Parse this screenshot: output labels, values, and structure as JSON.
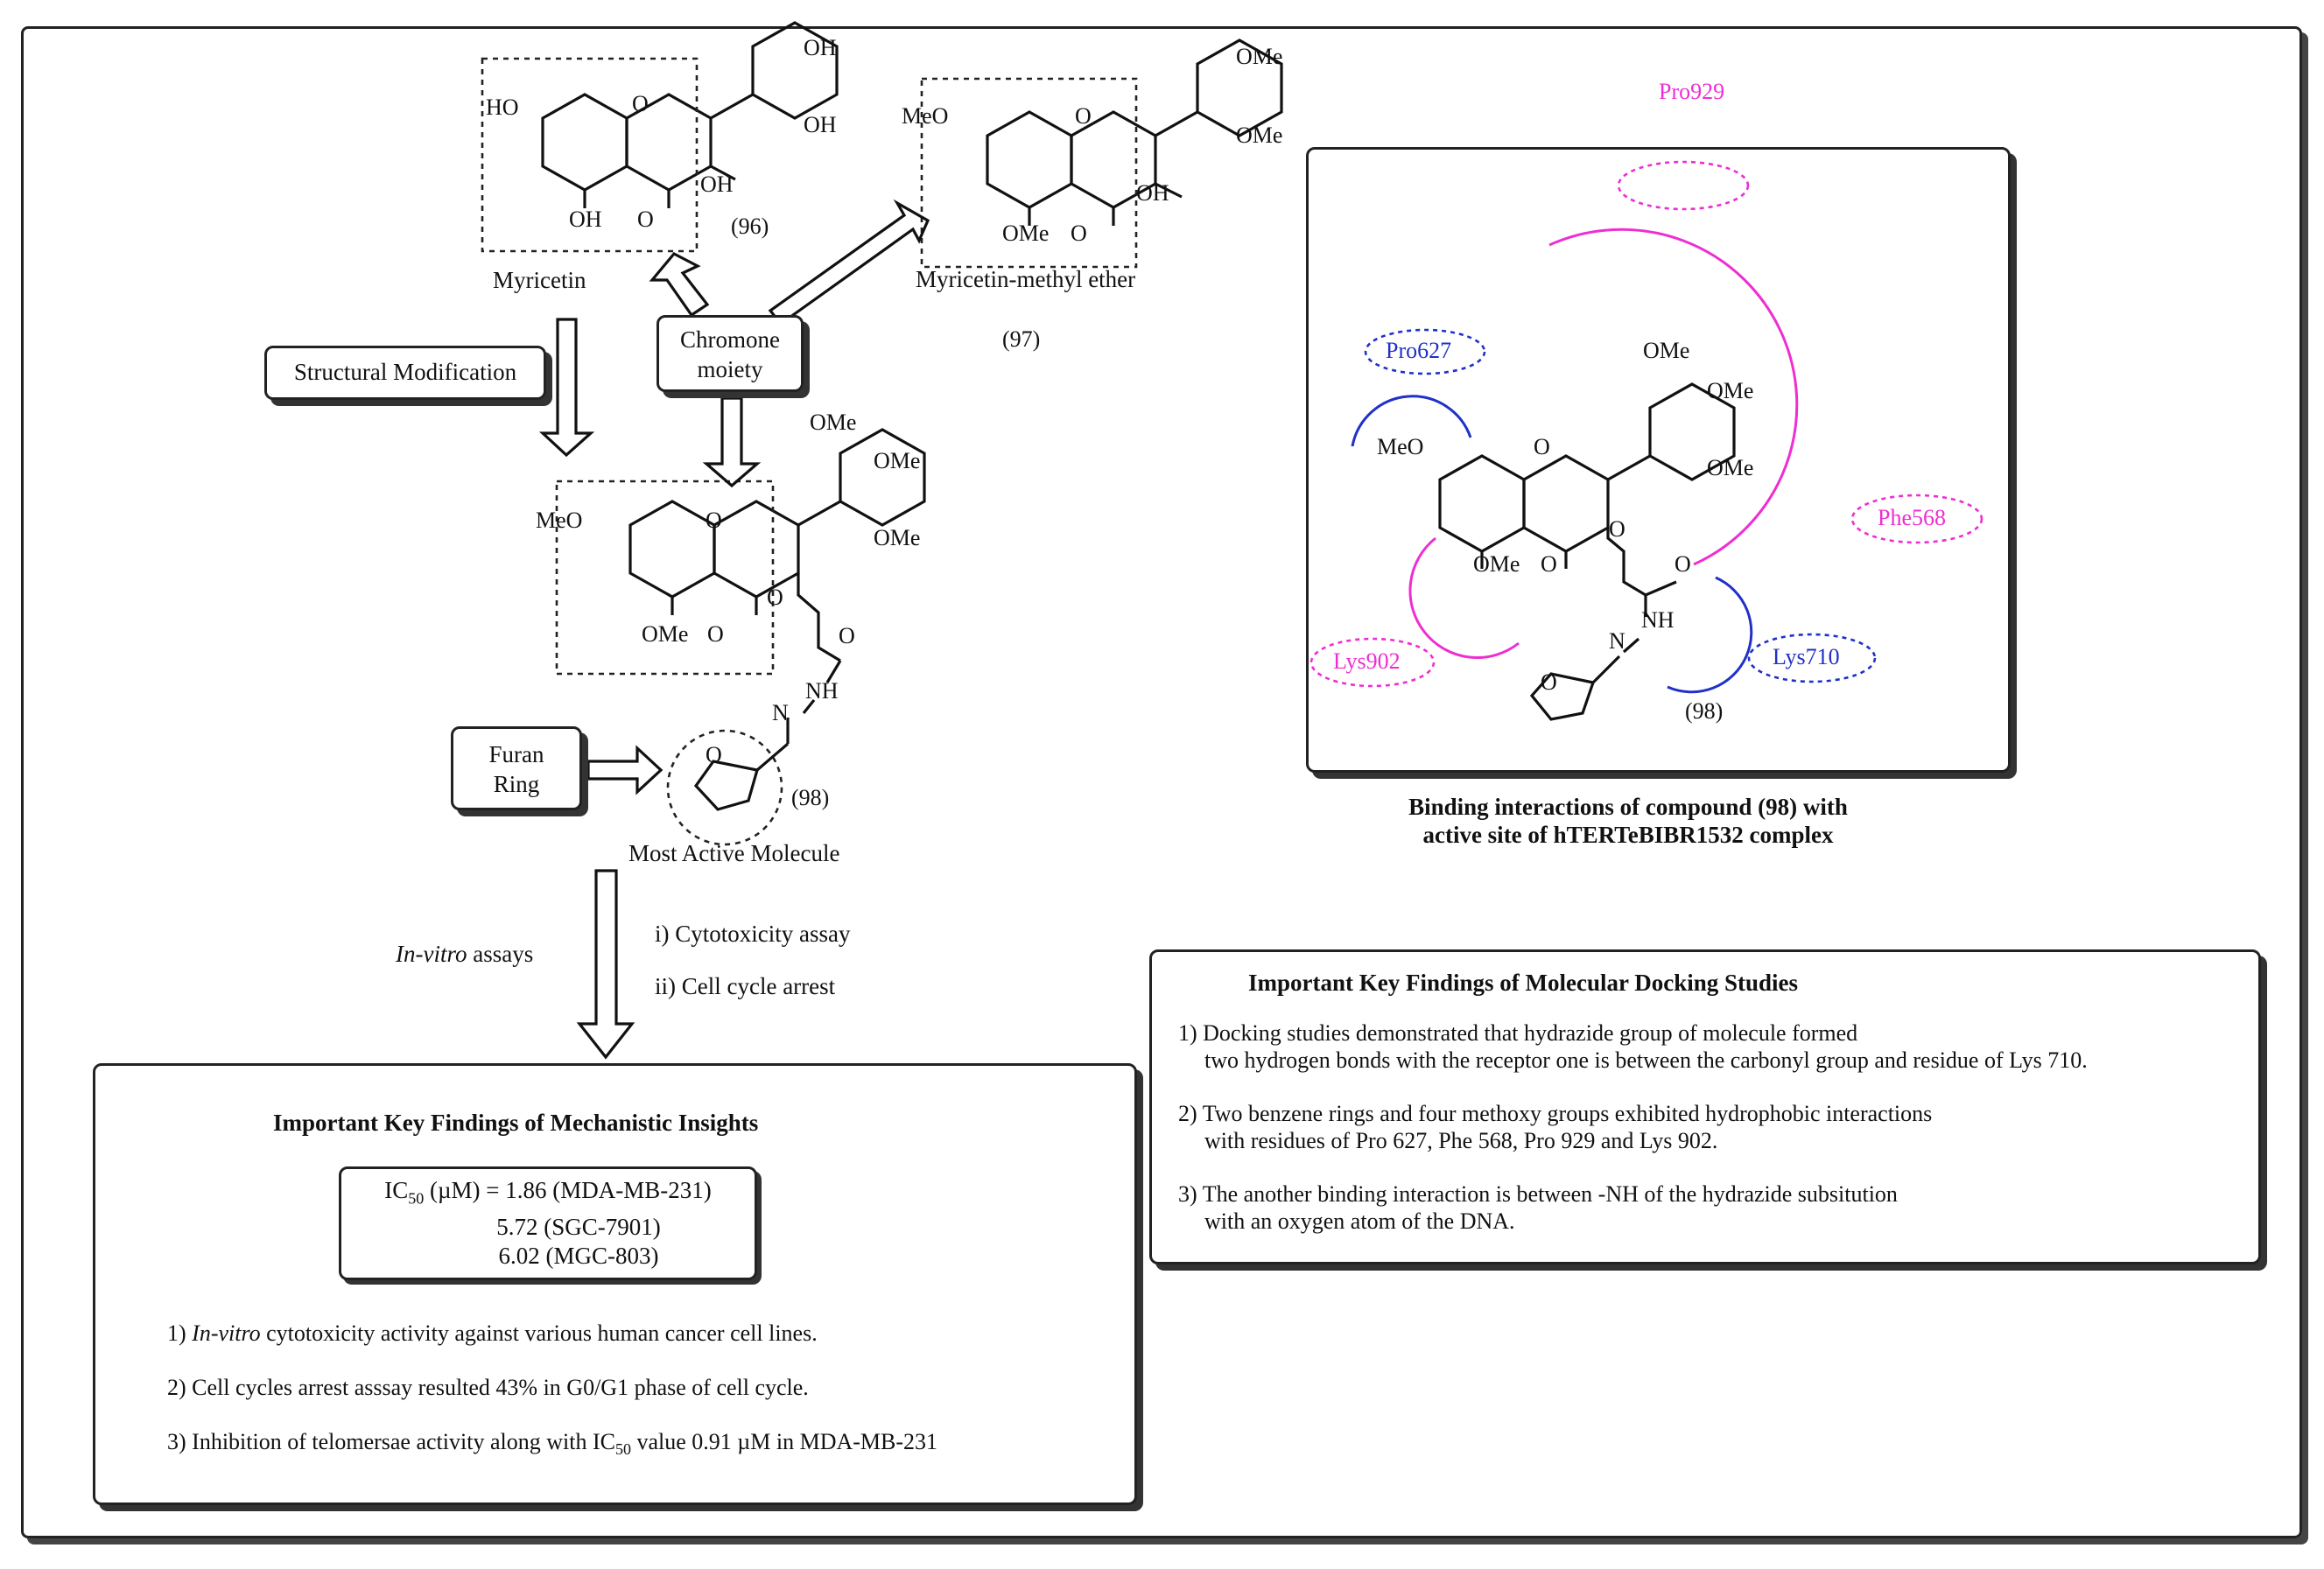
{
  "synthesis": {
    "myricetin_label": "Myricetin",
    "compound96_number": "(96)",
    "compound97_label": "Myricetin-methyl ether",
    "compound97_number": "(97)",
    "compound98_number": "(98)",
    "most_active_label": "Most Active Molecule",
    "chromone_box_line1": "Chromone",
    "chromone_box_line2": "moiety",
    "structural_modification_box": "Structural Modification",
    "furan_box_line1": "Furan",
    "furan_box_line2": "Ring",
    "invitro_italic": "In-vitro",
    "invitro_rest": " assays",
    "assay_1": "i) Cytotoxicity assay",
    "assay_2": "ii) Cell cycle arrest",
    "atoms": {
      "ho": "HO",
      "oh": "OH",
      "o": "O",
      "ome": "OMe",
      "meo": "MeO",
      "nh": "NH",
      "n": "N"
    }
  },
  "docking_panel": {
    "residues": [
      "Pro929",
      "Pro627",
      "Phe568",
      "Lys902",
      "Lys710"
    ],
    "compound_number": "(98)",
    "caption_line1": "Binding interactions of compound (98) with",
    "caption_line2": "active site of hTERTeBIBR1532 complex",
    "colors": {
      "magenta": "#ee2ed2",
      "blue": "#2030c8"
    }
  },
  "docking_findings": {
    "title": "Important Key Findings of Molecular Docking Studies",
    "items": [
      {
        "line1": "1) Docking studies demonstrated that hydrazide group of molecule formed",
        "line2": "two hydrogen bonds with the receptor one is between the carbonyl group and residue of Lys 710."
      },
      {
        "line1": "2) Two benzene rings and four methoxy groups exhibited hydrophobic interactions",
        "line2": "with residues of  Pro 627, Phe 568, Pro 929 and Lys 902."
      },
      {
        "line1": "3) The another binding interaction is between -NH of the hydrazide subsitution",
        "line2": "with an oxygen atom of the DNA."
      }
    ]
  },
  "mechanistic_findings": {
    "title": "Important Key Findings of Mechanistic Insights",
    "ic50_prefix": "IC",
    "ic50_sub": "50",
    "ic50_line1_rest": " (µM) = 1.86 (MDA-MB-231)",
    "ic50_line2": "5.72 (SGC-7901)",
    "ic50_line3": "6.02 (MGC-803)",
    "item1_num": "1) ",
    "item1_italic": "In-vitro",
    "item1_rest": " cytotoxicity activity against various human cancer cell lines.",
    "item2": "2) Cell cycles arrest asssay resulted 43% in G0/G1 phase of cell cycle.",
    "item3_pre": "3) Inhibition of telomersae activity along with IC",
    "item3_sub": "50",
    "item3_post": " value 0.91 µM in MDA-MB-231"
  }
}
